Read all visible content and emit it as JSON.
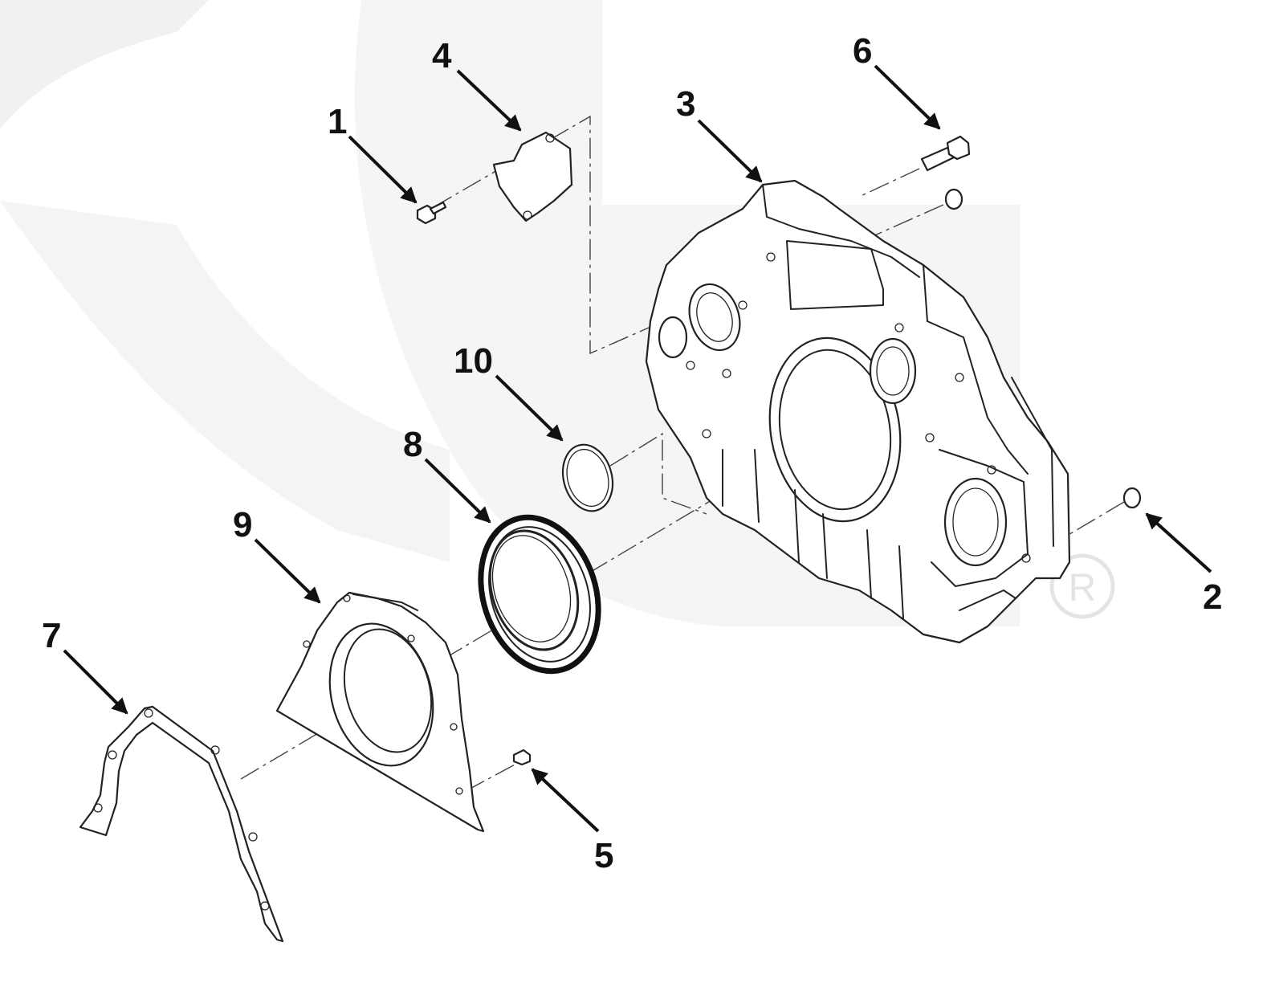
{
  "diagram": {
    "callouts": [
      {
        "id": "1",
        "label": "1"
      },
      {
        "id": "2",
        "label": "2"
      },
      {
        "id": "3",
        "label": "3"
      },
      {
        "id": "4",
        "label": "4"
      },
      {
        "id": "5",
        "label": "5"
      },
      {
        "id": "6",
        "label": "6"
      },
      {
        "id": "7",
        "label": "7"
      },
      {
        "id": "8",
        "label": "8"
      },
      {
        "id": "9",
        "label": "9"
      },
      {
        "id": "10",
        "label": "10"
      }
    ],
    "watermark_icon": "registered-mark",
    "colors": {
      "ink": "#111111",
      "background": "#ffffff",
      "watermark": "#ededed"
    }
  }
}
